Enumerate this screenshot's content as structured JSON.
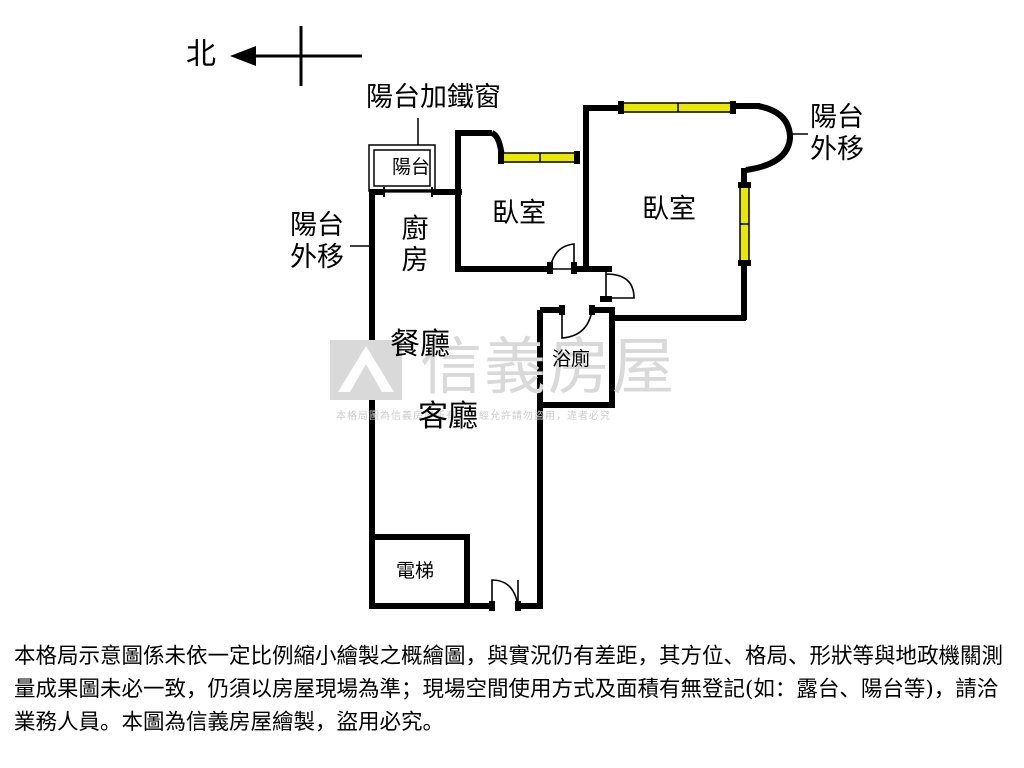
{
  "compass": {
    "label": "北"
  },
  "rooms": {
    "balcony": "陽台",
    "kitchen": "廚房",
    "bedroom_small": "臥室",
    "bedroom_large": "臥室",
    "dining": "餐廳",
    "living": "客廳",
    "bathroom": "浴廁",
    "elevator": "電梯"
  },
  "annotations": {
    "balcony_iron_window": "陽台加鐵窗",
    "balcony_moved_left": "陽台外移",
    "balcony_moved_right": "陽台外移"
  },
  "watermark": {
    "brand": "信義房屋",
    "notice": "本格局圖為信義房屋所有，未經允許請勿盜用，違者必究"
  },
  "disclaimer": "本格局示意圖係未依一定比例縮小繪製之概繪圖，與實況仍有差距，其方位、格局、形狀等與地政機關測量成果圖未必一致，仍須以房屋現場為準；現場空間使用方式及面積有無登記(如：露台、陽台等)，請洽業務人員。本圖為信義房屋繪製，盜用必究。",
  "colors": {
    "wall": "#000000",
    "window_fill": "#e8e800",
    "watermark": "#d9d9d9"
  }
}
